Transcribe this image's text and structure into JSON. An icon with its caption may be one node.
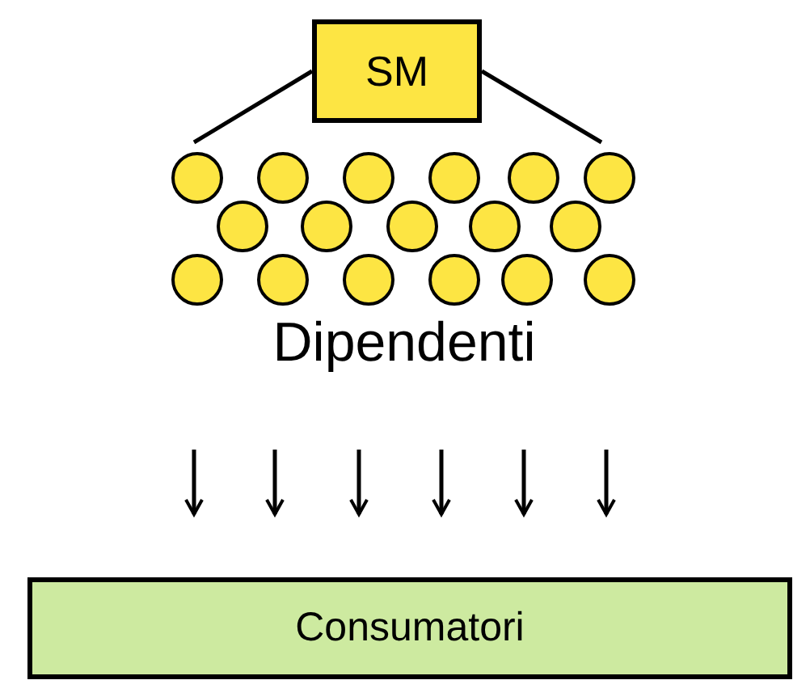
{
  "diagram": {
    "nodes": [
      {
        "text": [
          "SM"
        ]
      },
      {
        "text": [
          "Dipendenti"
        ]
      },
      {
        "text": [
          "Consumatori"
        ]
      }
    ],
    "edges": [
      {
        "from": 0,
        "to": 1,
        "arrow": "none"
      },
      {
        "from": 0,
        "to": 1,
        "arrow": "none"
      },
      {
        "from": 1,
        "to": 2,
        "arrow": "to"
      },
      {
        "from": 1,
        "to": 2,
        "arrow": "to"
      },
      {
        "from": 1,
        "to": 2,
        "arrow": "to"
      },
      {
        "from": 1,
        "to": 2,
        "arrow": "to"
      },
      {
        "from": 1,
        "to": 2,
        "arrow": "to"
      },
      {
        "from": 1,
        "to": 2,
        "arrow": "to"
      }
    ]
  }
}
